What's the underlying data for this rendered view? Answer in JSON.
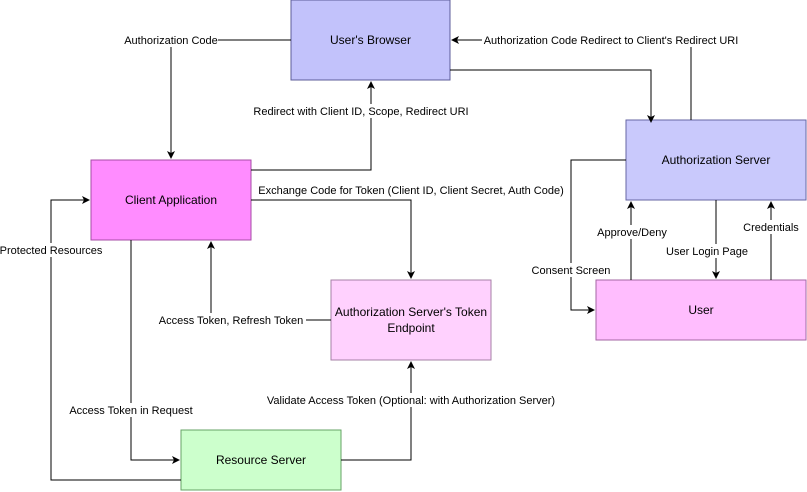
{
  "nodes": {
    "users_browser": {
      "label": "User's Browser",
      "fill": "#c2c2fb",
      "stroke": "#5c5c99"
    },
    "client_application": {
      "label": "Client Application",
      "fill": "#ff8cff",
      "stroke": "#a64ca6"
    },
    "authorization_server": {
      "label": "Authorization Server",
      "fill": "#c9c9fc",
      "stroke": "#6666a3"
    },
    "user": {
      "label": "User",
      "fill": "#ffbdfe",
      "stroke": "#a366a3"
    },
    "token_endpoint": {
      "label_line1": "Authorization Server's Token",
      "label_line2": "Endpoint",
      "fill": "#ffd1fe",
      "stroke": "#a680a6"
    },
    "resource_server": {
      "label": "Resource Server",
      "fill": "#ccffcc",
      "stroke": "#66a366"
    }
  },
  "edges": {
    "authorization_code": "Authorization Code",
    "auth_code_redirect": "Authorization Code Redirect to Client's Redirect URI",
    "redirect_with_client_id": "Redirect with Client ID, Scope, Redirect URI",
    "exchange_code": "Exchange Code for Token (Client ID, Client Secret, Auth Code)",
    "protected_resources": "Protected Resources",
    "access_token_refresh": "Access Token, Refresh Token",
    "access_token_in_request": "Access Token in Request",
    "validate_access_token": "Validate Access Token (Optional: with Authorization Server)",
    "consent_screen": "Consent Screen",
    "approve_deny": "Approve/Deny",
    "user_login_page": "User Login Page",
    "credentials": "Credentials"
  }
}
